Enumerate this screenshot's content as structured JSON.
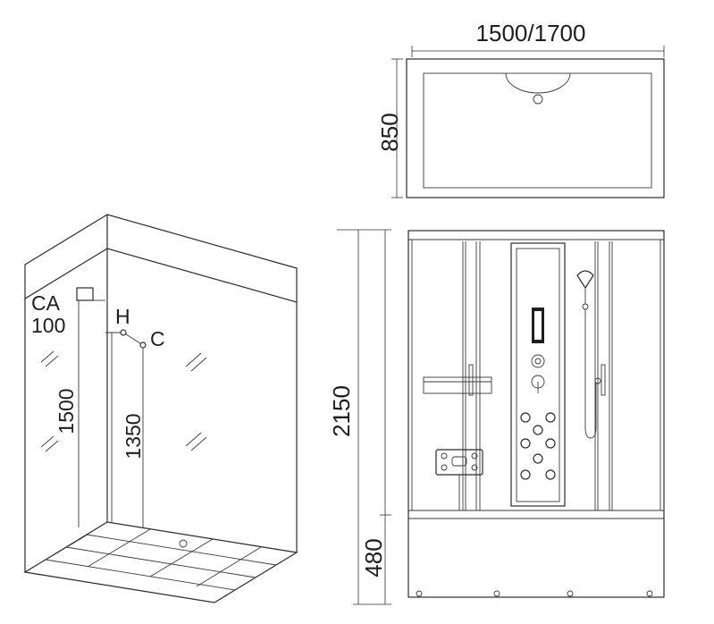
{
  "labels": {
    "top_width": "1500/1700",
    "top_depth": "850",
    "total_height": "2150",
    "tray_height": "480",
    "ca": "CA",
    "ca_value": "100",
    "hot": "H",
    "cold": "C",
    "valve_height": "1350",
    "outlet_height": "1500"
  }
}
